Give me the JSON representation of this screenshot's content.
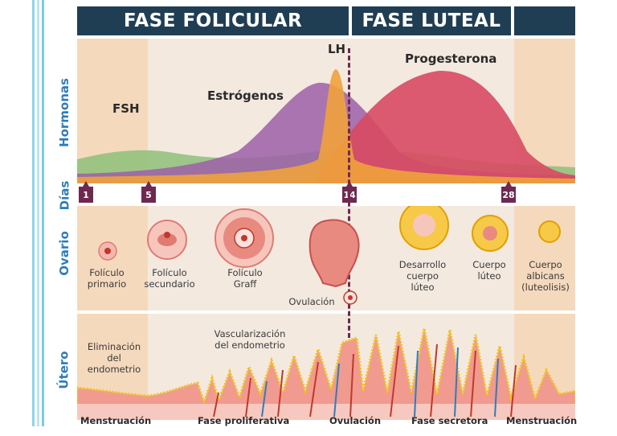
{
  "phases": {
    "follicular": "FASE FOLICULAR",
    "luteal": "FASE LUTEAL"
  },
  "rows": {
    "hormones": "Hormonas",
    "days": "Días",
    "ovary": "Ovario",
    "uterus": "Útero"
  },
  "hormones": {
    "fsh": "FSH",
    "estrogen": "Estrógenos",
    "lh": "LH",
    "progesterone": "Progesterona"
  },
  "days": [
    "1",
    "5",
    "14",
    "28"
  ],
  "ovary": {
    "primary": "Folículo\nprimario",
    "secondary": "Folículo\nsecundario",
    "graaf": "Folículo\nGraff",
    "ovulation": "Ovulación",
    "corpus_dev": "Desarrollo\ncuerpo\nlúteo",
    "corpus_luteum": "Cuerpo\nlúteo",
    "albicans": "Cuerpo\nalbicans\n(luteolisis)"
  },
  "uterus": {
    "elimination": "Eliminación\ndel\nendometrio",
    "vascular": "Vascularización\ndel endometrio"
  },
  "bottom": {
    "menstruation1": "Menstruación",
    "proliferative": "Fase proliferativa",
    "ovulation": "Ovulación",
    "secretory": "Fase secretora",
    "menstruation2": "Menstruación"
  },
  "colors": {
    "header": "#1f3e54",
    "peach": "#f5d9bd",
    "cream": "#f3e9df",
    "day_marker": "#6e2950",
    "label_blue": "#2f7db8",
    "fsh": "#8ec07a",
    "estrogen": "#9c5fa8",
    "lh": "#f0a23c",
    "progesterone": "#d84a63"
  }
}
